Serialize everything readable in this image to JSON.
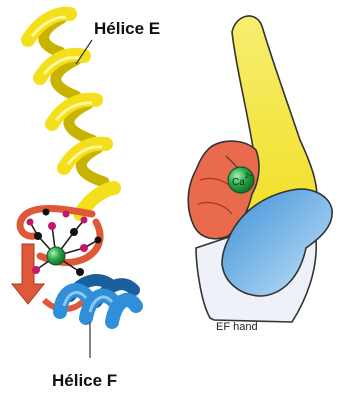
{
  "labels": {
    "helix_e": "Hélice E",
    "helix_f": "Hélice F",
    "ion_symbol": "Ca",
    "ion_charge": "2+",
    "ef_hand": "EF hand"
  },
  "colors": {
    "helix_e": "#f4e01a",
    "helix_e_shadow": "#c8b400",
    "helix_f": "#2f8fd8",
    "helix_f_shadow": "#1a5f9e",
    "loop": "#e0583a",
    "calcium": "#2aa84a",
    "hand_index": "#f2e84a",
    "hand_middle": "#ea6a4e",
    "hand_thumb": "#3a8fd6",
    "hand_palm": "#e8eef6",
    "outline": "#333333",
    "atom_dark": "#111111",
    "atom_oxygen": "#c0186a"
  },
  "icons": [
    "helix-e-ribbon",
    "helix-f-ribbon",
    "calcium-ion-sphere",
    "ef-hand-illustration"
  ]
}
